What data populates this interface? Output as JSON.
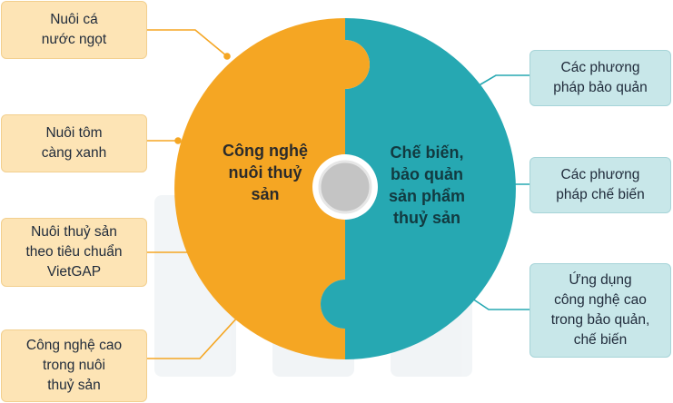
{
  "colors": {
    "left_half": "#f5a623",
    "right_half": "#26a8b2",
    "left_box": "#fde4b5",
    "right_box": "#c8e7e9",
    "connector_left": "#f5a623",
    "connector_right": "#26a8b2"
  },
  "center": {
    "left_title": "Công nghệ\nnuôi thuỷ\nsản",
    "right_title": "Chế biến,\nbảo quản\nsản phẩm\nthuỷ sản"
  },
  "left_items": [
    "Nuôi cá\nnước ngọt",
    "Nuôi tôm\ncàng xanh",
    "Nuôi thuỷ sản\ntheo tiêu chuẩn\nVietGAP",
    "Công nghệ cao\ntrong nuôi\nthuỷ sản"
  ],
  "right_items": [
    "Các phương\npháp bảo quản",
    "Các phương\npháp chế biến",
    "Ứng dụng\ncông nghệ cao\ntrong bảo quản,\nchế biến"
  ]
}
